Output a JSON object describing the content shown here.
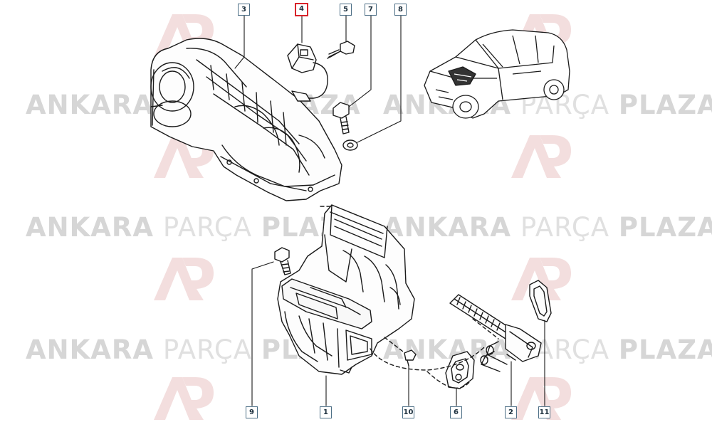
{
  "watermark": {
    "brand_word_1": "ANKARA",
    "brand_word_2": "PARÇA",
    "brand_word_3": "PLAZA",
    "color": "#d0d0d0"
  },
  "callouts": [
    {
      "id": "c3",
      "label": "3",
      "selected": false
    },
    {
      "id": "c4",
      "label": "4",
      "selected": true
    },
    {
      "id": "c5",
      "label": "5",
      "selected": false
    },
    {
      "id": "c7",
      "label": "7",
      "selected": false
    },
    {
      "id": "c8",
      "label": "8",
      "selected": false
    },
    {
      "id": "c9",
      "label": "9",
      "selected": false
    },
    {
      "id": "c1",
      "label": "1",
      "selected": false
    },
    {
      "id": "c10",
      "label": "10",
      "selected": false
    },
    {
      "id": "c6",
      "label": "6",
      "selected": false
    },
    {
      "id": "c2",
      "label": "2",
      "selected": false
    },
    {
      "id": "c11",
      "label": "11",
      "selected": false
    }
  ],
  "colors": {
    "callout_border": "#4d6f86",
    "selected_border": "#d8232a",
    "line": "#1a1a1a"
  },
  "icons": {
    "car": "hatchback-car-icon",
    "logo": "ap-logo-icon"
  }
}
